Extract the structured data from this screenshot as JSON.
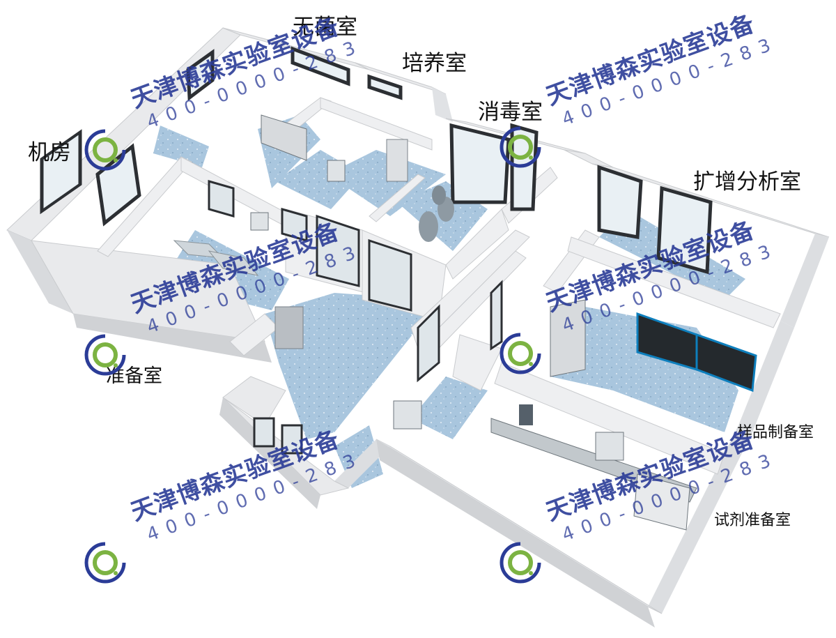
{
  "room_labels": {
    "sterile_room": "无菌室",
    "culture_room": "培养室",
    "disinfection_room": "消毒室",
    "machine_room": "机房",
    "amplification_room": "扩增分析室",
    "preparation_room": "准备室",
    "sample_prep_room": "样品制备室",
    "reagent_prep_room": "试剂准备室"
  },
  "watermark": {
    "company": "天津博森实验室设备",
    "phone": "400-0000-283"
  },
  "colors": {
    "wall": "#e9eaec",
    "wall_shadow": "#c9cbce",
    "floor": "#a9c6de",
    "window_frame": "#2c2f33",
    "glass": "#e9f0f4",
    "watermark_blue": "#2b3c97",
    "logo_green": "#7cb342"
  }
}
